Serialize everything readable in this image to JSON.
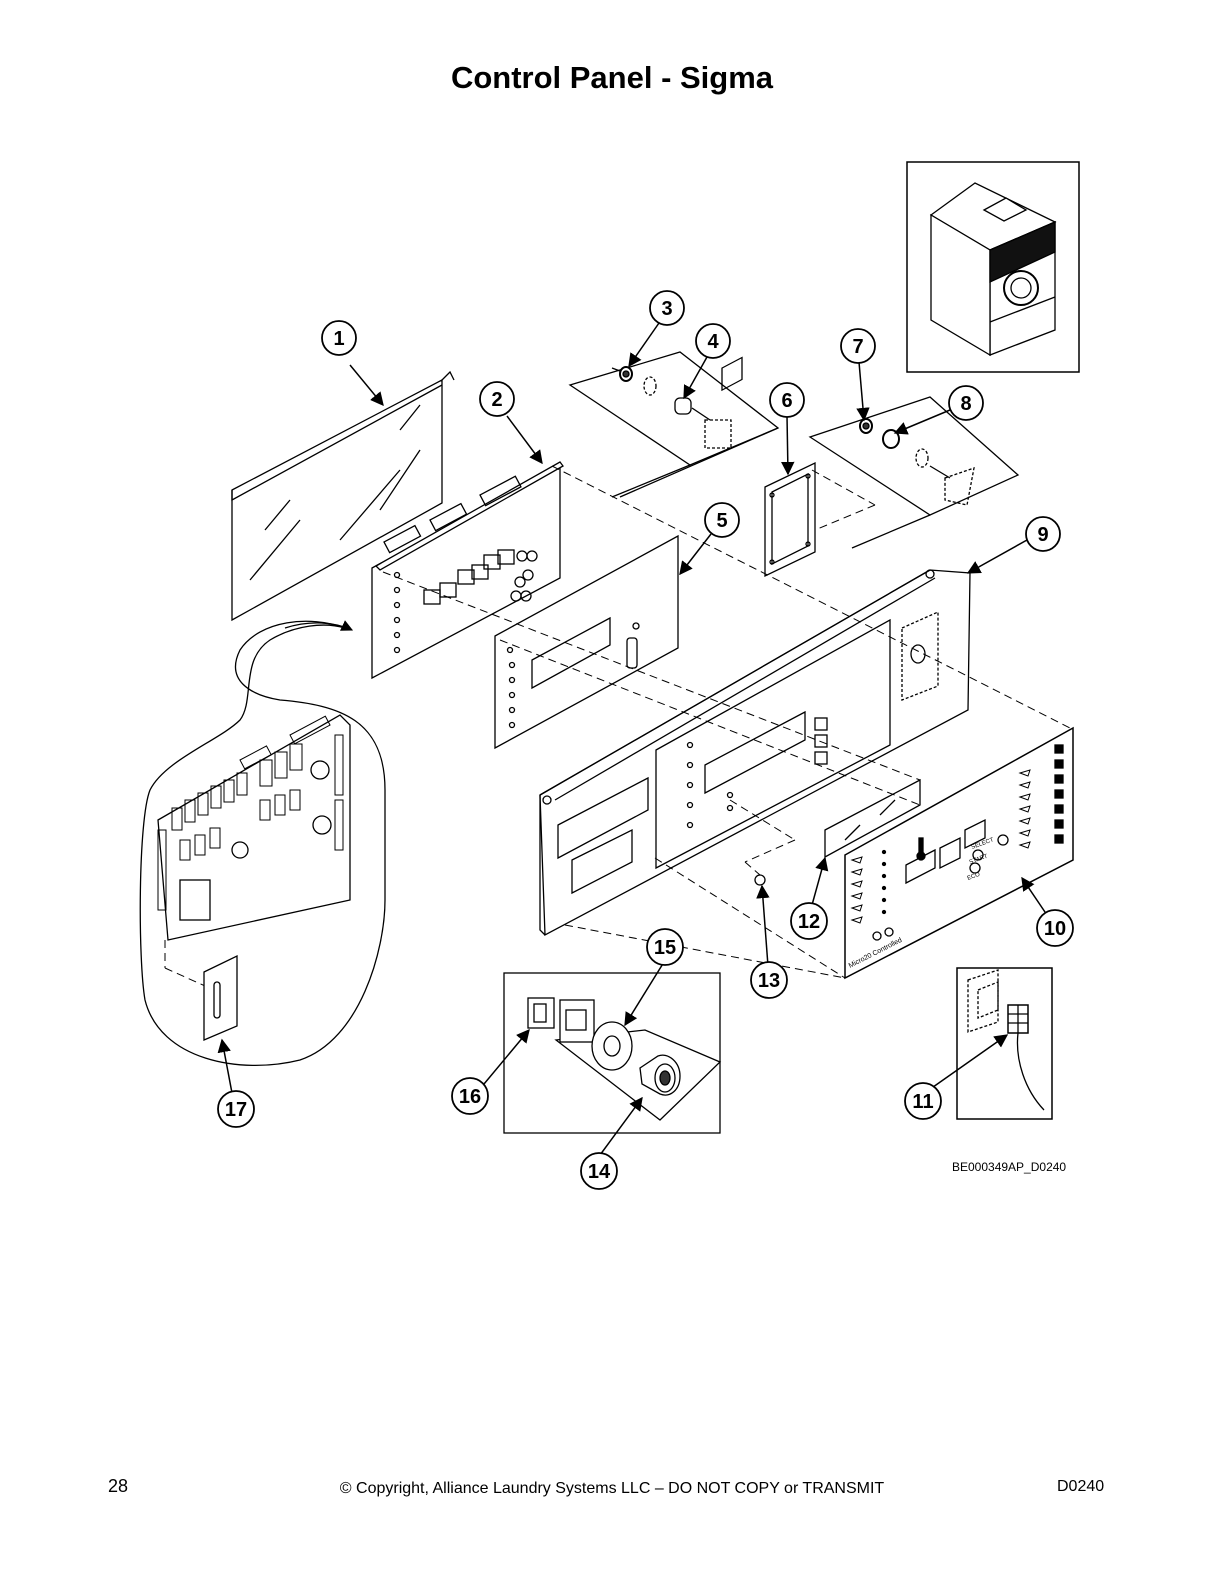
{
  "page": {
    "title": "Control Panel - Sigma",
    "page_number": "28",
    "copyright": "© Copyright, Alliance Laundry Systems LLC – DO NOT COPY or TRANSMIT",
    "doc_code": "D0240",
    "figure_code": "BE000349AP_D0240"
  },
  "callouts": [
    "1",
    "2",
    "3",
    "4",
    "5",
    "6",
    "7",
    "8",
    "9",
    "10",
    "11",
    "12",
    "13",
    "14",
    "15",
    "16",
    "17"
  ],
  "decal": {
    "select": "SELECT",
    "start": "START",
    "eco": "ECO",
    "brand": "Micro20 Controlled"
  }
}
